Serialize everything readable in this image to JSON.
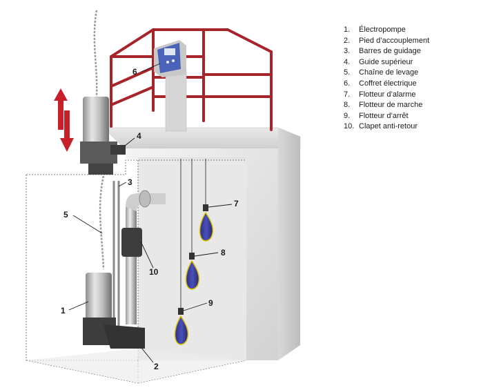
{
  "legend": [
    {
      "number": "1.",
      "label": "Électropompe"
    },
    {
      "number": "2.",
      "label": "Pied d’accouplement"
    },
    {
      "number": "3.",
      "label": "Barres de guidage"
    },
    {
      "number": "4.",
      "label": "Guide supérieur"
    },
    {
      "number": "5.",
      "label": "Chaîne de levage"
    },
    {
      "number": "6.",
      "label": "Coffret électrique"
    },
    {
      "number": "7.",
      "label": "Flotteur d’alarme"
    },
    {
      "number": "8.",
      "label": "Flotteur de marche"
    },
    {
      "number": "9.",
      "label": "Flotteur d’arrêt"
    },
    {
      "number": "10.",
      "label": "Clapet anti-retour"
    }
  ],
  "callouts": {
    "pump": "1",
    "coupling_foot": "2",
    "guide_rails": "3",
    "upper_guide": "4",
    "lifting_chain": "5",
    "control_box": "6",
    "alarm_float": "7",
    "start_float": "8",
    "stop_float": "9",
    "check_valve": "10"
  },
  "colors": {
    "railing": "#a8242b",
    "concrete": "#e3e3e3",
    "float": "#3a3f9e",
    "arrow": "#c8202a"
  }
}
